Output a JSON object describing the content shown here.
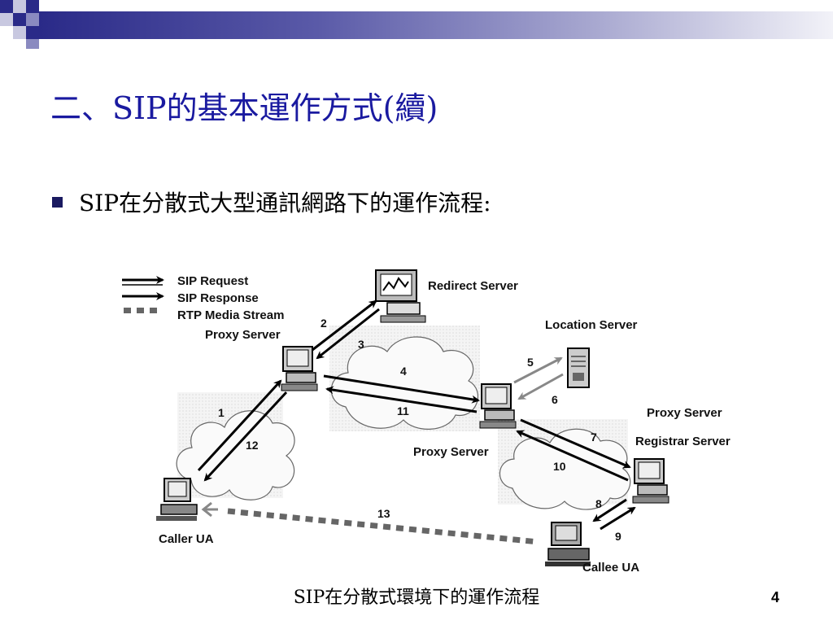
{
  "slide": {
    "title": "二、SIP的基本運作方式(續)",
    "bullet": "SIP在分散式大型通訊網路下的運作流程:",
    "caption": "SIP在分散式環境下的運作流程",
    "page_number": "4",
    "colors": {
      "title": "#1a1aa0",
      "accent_dark": "#2a2a88",
      "accent_light": "#a8a8d0"
    }
  },
  "diagram": {
    "legend": {
      "request": "SIP Request",
      "response": "SIP Response",
      "media": "RTP Media Stream"
    },
    "nodes": {
      "redirect_server": "Redirect Server",
      "location_server": "Location Server",
      "proxy_server_1": "Proxy Server",
      "proxy_server_2": "Proxy Server",
      "proxy_server_3": "Proxy Server",
      "registrar_server": "Registrar Server",
      "caller": "Caller UA",
      "callee": "Callee UA"
    },
    "steps": [
      "1",
      "2",
      "3",
      "4",
      "5",
      "6",
      "7",
      "8",
      "9",
      "10",
      "11",
      "12",
      "13"
    ]
  }
}
